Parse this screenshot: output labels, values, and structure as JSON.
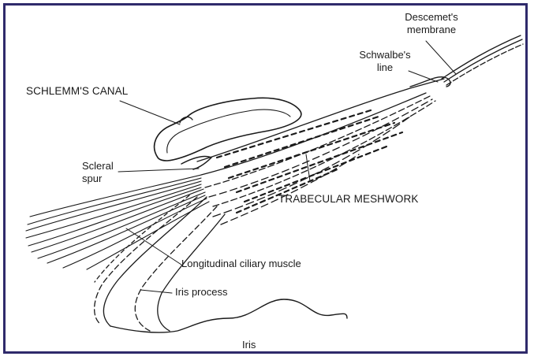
{
  "diagram": {
    "labels": {
      "descemet_line1": "Descemet's",
      "descemet_line2": "membrane",
      "schwalbe_line1": "Schwalbe's",
      "schwalbe_line2": "line",
      "schlemm": "SCHLEMM'S CANAL",
      "scleral_line1": "Scleral",
      "scleral_line2": "spur",
      "trabecular": "TRABECULAR MESHWORK",
      "ciliary": "Longitudinal ciliary muscle",
      "iris_process": "Iris process",
      "iris": "Iris"
    },
    "colors": {
      "frame": "#2f2a6b",
      "ink": "#1a1a1a"
    }
  }
}
